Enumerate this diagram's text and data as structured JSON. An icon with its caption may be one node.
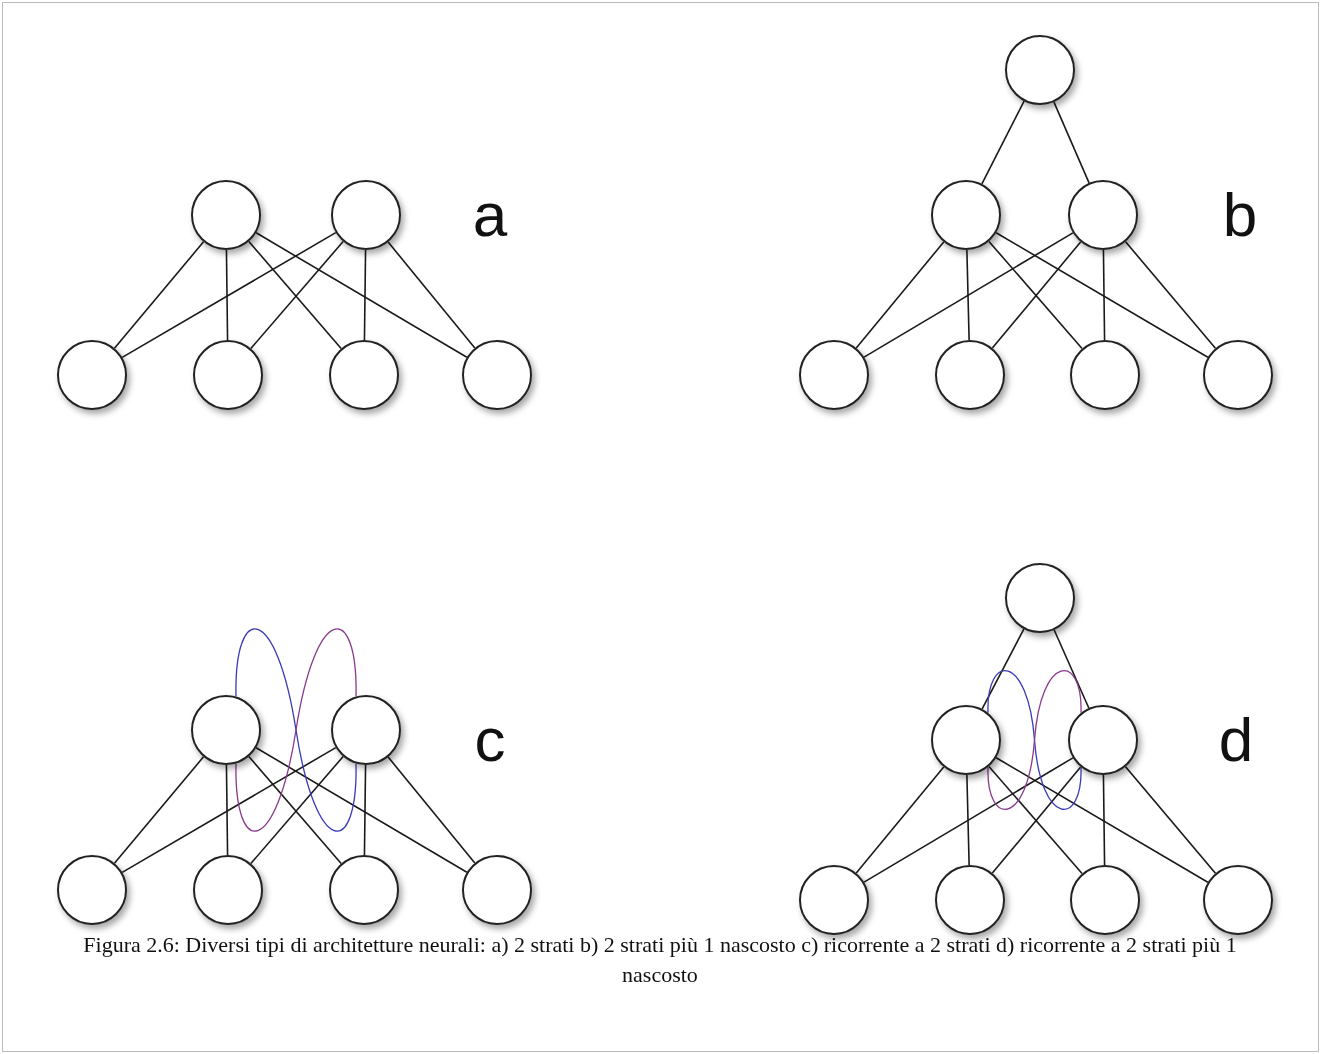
{
  "diagram": {
    "caption": "Figura 2.6: Diversi tipi di architetture neurali: a) 2 strati b) 2 strati più 1 nascosto c) ricorrente a 2 strati d) ricorrente a 2 strati più 1 nascosto",
    "nodes": [
      {
        "text": [],
        "shape": "circle"
      },
      {
        "text": [],
        "shape": "circle"
      },
      {
        "text": [],
        "shape": "circle"
      },
      {
        "text": [],
        "shape": "circle"
      },
      {
        "text": [],
        "shape": "circle"
      },
      {
        "text": [],
        "shape": "circle"
      },
      {
        "text": [],
        "shape": "circle"
      },
      {
        "text": [],
        "shape": "circle"
      },
      {
        "text": [],
        "shape": "circle"
      },
      {
        "text": [],
        "shape": "circle"
      },
      {
        "text": [],
        "shape": "circle"
      },
      {
        "text": [],
        "shape": "circle"
      },
      {
        "text": [],
        "shape": "circle"
      },
      {
        "text": [],
        "shape": "circle"
      },
      {
        "text": [],
        "shape": "circle"
      },
      {
        "text": [],
        "shape": "circle"
      },
      {
        "text": [],
        "shape": "circle"
      },
      {
        "text": [],
        "shape": "circle"
      },
      {
        "text": [],
        "shape": "circle"
      },
      {
        "text": [],
        "shape": "circle"
      },
      {
        "text": [],
        "shape": "circle"
      },
      {
        "text": [],
        "shape": "circle"
      },
      {
        "text": [],
        "shape": "circle"
      },
      {
        "text": [],
        "shape": "circle"
      },
      {
        "text": [],
        "shape": "circle"
      },
      {
        "text": [],
        "shape": "circle"
      }
    ],
    "edges": [
      {
        "from": 0,
        "to": 2,
        "arrow": "none"
      },
      {
        "from": 0,
        "to": 3,
        "arrow": "none"
      },
      {
        "from": 0,
        "to": 4,
        "arrow": "none"
      },
      {
        "from": 0,
        "to": 5,
        "arrow": "none"
      },
      {
        "from": 1,
        "to": 2,
        "arrow": "none"
      },
      {
        "from": 1,
        "to": 3,
        "arrow": "none"
      },
      {
        "from": 1,
        "to": 4,
        "arrow": "none"
      },
      {
        "from": 1,
        "to": 5,
        "arrow": "none"
      },
      {
        "from": 6,
        "to": 7,
        "arrow": "none"
      },
      {
        "from": 6,
        "to": 8,
        "arrow": "none"
      },
      {
        "from": 7,
        "to": 9,
        "arrow": "none"
      },
      {
        "from": 7,
        "to": 10,
        "arrow": "none"
      },
      {
        "from": 7,
        "to": 11,
        "arrow": "none"
      },
      {
        "from": 7,
        "to": 12,
        "arrow": "none"
      },
      {
        "from": 8,
        "to": 9,
        "arrow": "none"
      },
      {
        "from": 8,
        "to": 10,
        "arrow": "none"
      },
      {
        "from": 8,
        "to": 11,
        "arrow": "none"
      },
      {
        "from": 8,
        "to": 12,
        "arrow": "none"
      },
      {
        "from": 13,
        "to": 15,
        "arrow": "none"
      },
      {
        "from": 13,
        "to": 16,
        "arrow": "none"
      },
      {
        "from": 13,
        "to": 17,
        "arrow": "none"
      },
      {
        "from": 13,
        "to": 18,
        "arrow": "none"
      },
      {
        "from": 14,
        "to": 15,
        "arrow": "none"
      },
      {
        "from": 14,
        "to": 16,
        "arrow": "none"
      },
      {
        "from": 14,
        "to": 17,
        "arrow": "none"
      },
      {
        "from": 14,
        "to": 18,
        "arrow": "none"
      },
      {
        "from": 13,
        "to": 14,
        "arrow": "none",
        "color": "#3a3ab8"
      },
      {
        "from": 14,
        "to": 13,
        "arrow": "none",
        "color": "#8a3a8a"
      },
      {
        "from": 19,
        "to": 20,
        "arrow": "none"
      },
      {
        "from": 19,
        "to": 21,
        "arrow": "none"
      },
      {
        "from": 20,
        "to": 22,
        "arrow": "none"
      },
      {
        "from": 20,
        "to": 23,
        "arrow": "none"
      },
      {
        "from": 20,
        "to": 24,
        "arrow": "none"
      },
      {
        "from": 20,
        "to": 25,
        "arrow": "none"
      },
      {
        "from": 21,
        "to": 22,
        "arrow": "none"
      },
      {
        "from": 21,
        "to": 23,
        "arrow": "none"
      },
      {
        "from": 21,
        "to": 24,
        "arrow": "none"
      },
      {
        "from": 21,
        "to": 25,
        "arrow": "none"
      },
      {
        "from": 20,
        "to": 21,
        "arrow": "none",
        "color": "#3a3ab8"
      },
      {
        "from": 21,
        "to": 20,
        "arrow": "none",
        "color": "#8a3a8a"
      }
    ],
    "labels": [
      "a",
      "b",
      "c",
      "d"
    ]
  }
}
